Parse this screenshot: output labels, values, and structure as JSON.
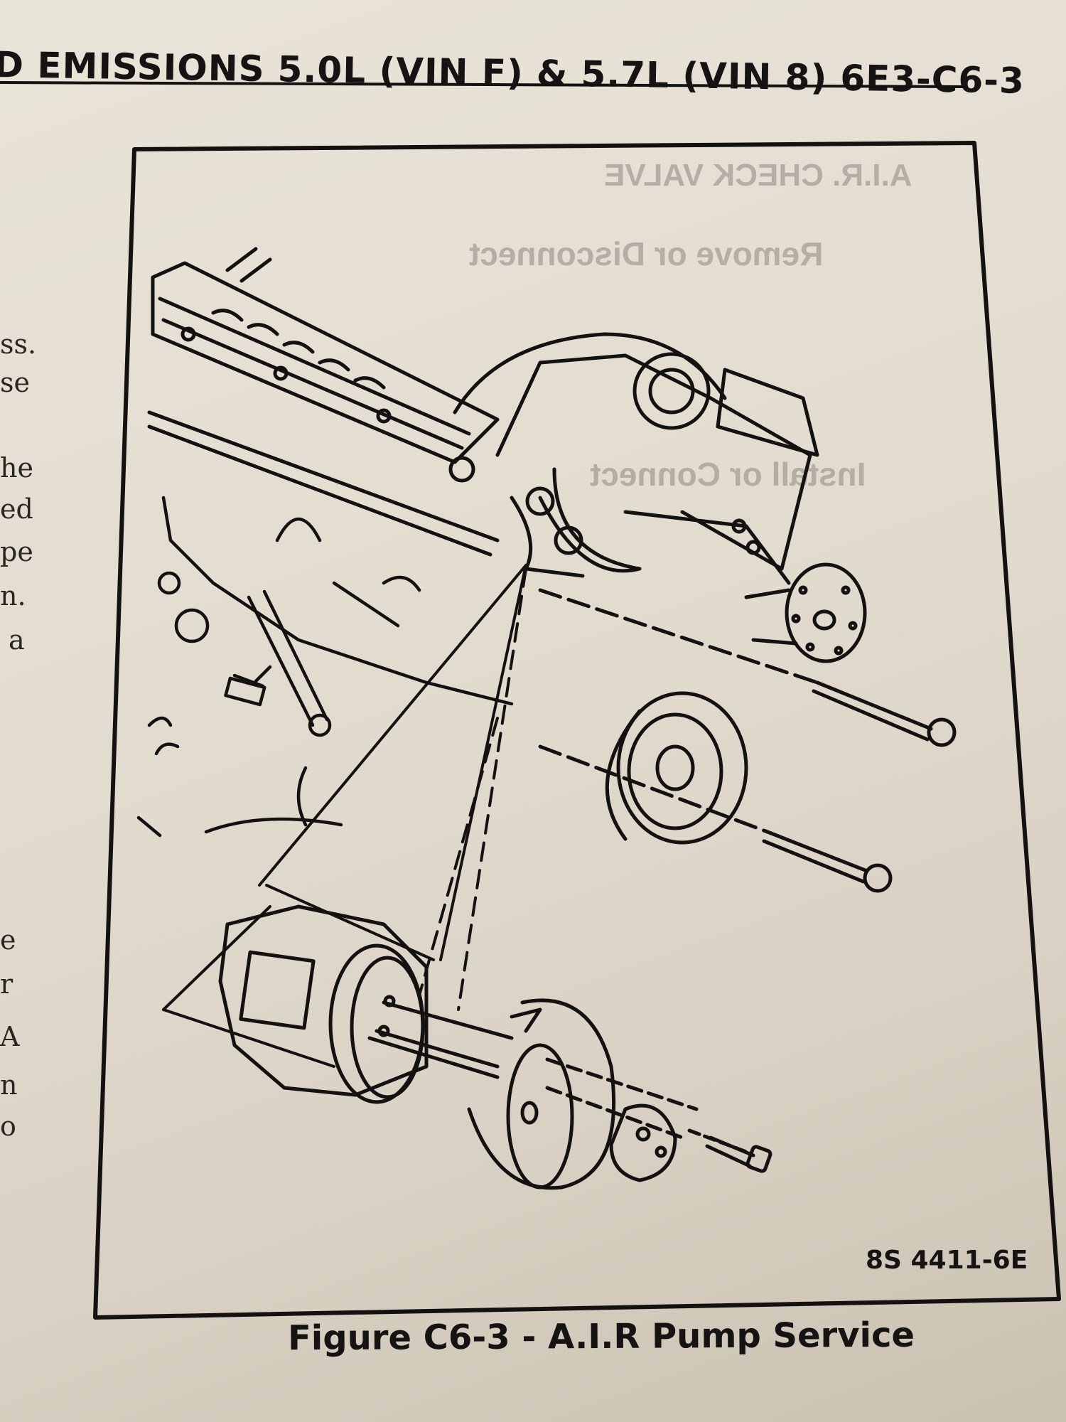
{
  "header": {
    "section_fragment": "D EMISSIONS",
    "engine_a": "5.0L (VIN F)",
    "ampersand": "&",
    "engine_b": "5.7L (VIN 8)",
    "page_number": "6E3-C6-3"
  },
  "left_column_fragments": [
    "ss.",
    "se",
    "he",
    "ed",
    "pe",
    "n.",
    "a",
    "e",
    "r",
    "A",
    "n",
    "o"
  ],
  "bleed_through": {
    "heading": "A.I.R. CHECK VALVE",
    "remove": "Remove or Disconnect",
    "install": "Install or Connect"
  },
  "figure": {
    "code": "8S 4411-6E",
    "caption": "Figure C6-3 - A.I.R Pump Service"
  }
}
